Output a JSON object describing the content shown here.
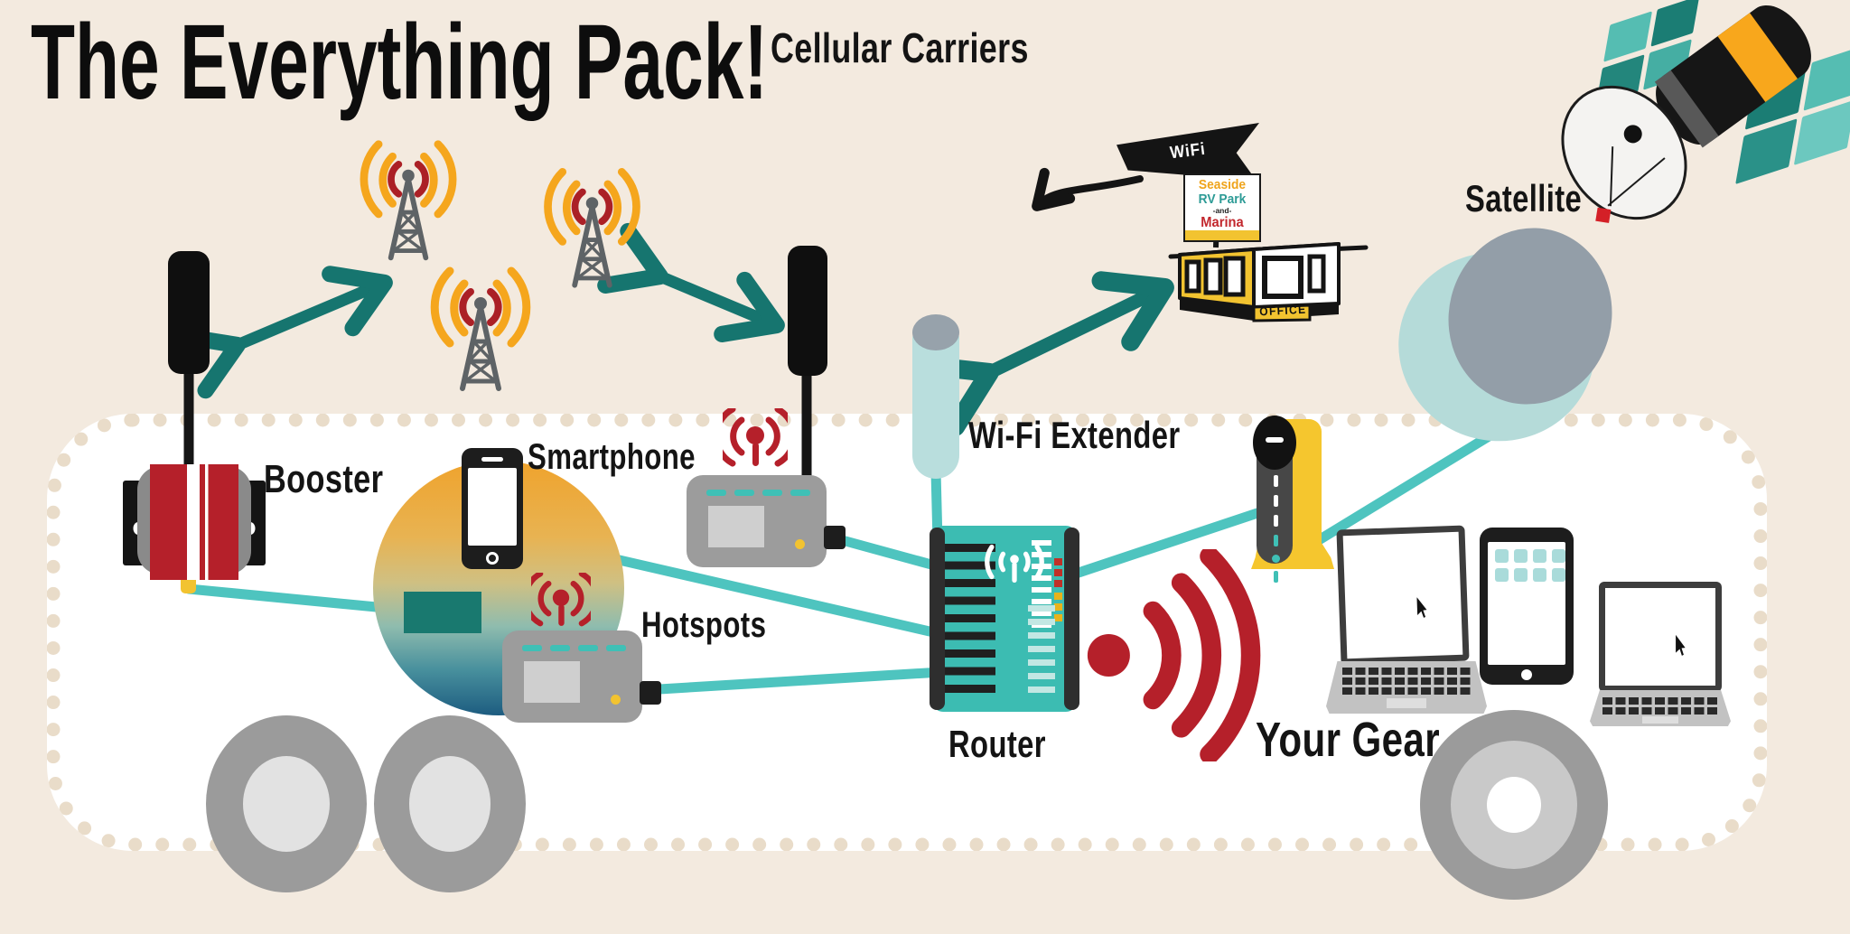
{
  "title": "The Everything Pack!",
  "labels": {
    "cellular_carriers": "Cellular Carriers",
    "satellite": "Satellite",
    "wifi_extender": "Wi-Fi Extender",
    "booster": "Booster",
    "smartphone": "Smartphone",
    "hotspots": "Hotspots",
    "router": "Router",
    "your_gear": "Your Gear"
  },
  "park": {
    "flag": "WiFi",
    "sign": [
      "Seaside",
      "RV Park",
      "-and-",
      "Marina"
    ],
    "office": "OFFICE"
  },
  "colors": {
    "background": "#f3eadf",
    "speckle": "#e5d6c2",
    "arrow_teal": "#16756f",
    "cable_teal": "#4ec4bf",
    "router_teal": "#3cbcb2",
    "signal_orange": "#f5a61d",
    "signal_red": "#ab2026",
    "booster_red": "#b5202a",
    "accent_yellow": "#f2c330"
  },
  "connections": [
    {
      "from": "roof-antenna-left",
      "to": "cell-towers",
      "type": "wireless"
    },
    {
      "from": "cell-towers",
      "to": "roof-antenna-right",
      "type": "wireless"
    },
    {
      "from": "wifi-extender",
      "to": "park-office",
      "type": "wireless"
    },
    {
      "from": "booster",
      "to": "smartphone-zone",
      "type": "cable"
    },
    {
      "from": "smartphone",
      "to": "router",
      "type": "cable"
    },
    {
      "from": "hotspot-1",
      "to": "router",
      "type": "cable"
    },
    {
      "from": "hotspot-2",
      "to": "router",
      "type": "cable"
    },
    {
      "from": "wifi-extender",
      "to": "router",
      "type": "cable"
    },
    {
      "from": "router",
      "to": "satellite-modem",
      "type": "cable"
    },
    {
      "from": "satellite-modem",
      "to": "satellite-dish",
      "type": "cable"
    },
    {
      "from": "router",
      "to": "your-gear",
      "type": "wireless"
    }
  ]
}
